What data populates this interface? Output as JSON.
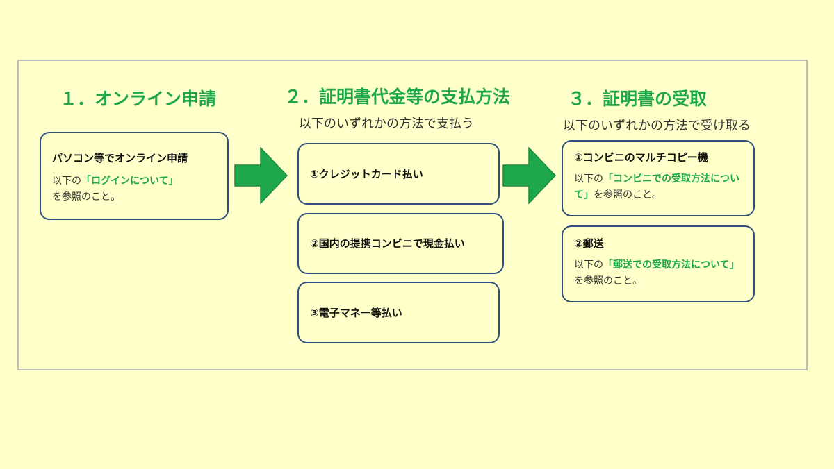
{
  "steps": {
    "step1": {
      "title": "１．オンライン申請",
      "box": {
        "title": "パソコン等でオンライン申請",
        "pre": "以下の",
        "link": "「ログインについて」",
        "post": "を参照のこと。"
      }
    },
    "step2": {
      "title": "２．証明書代金等の支払方法",
      "subtitle": "以下のいずれかの方法で支払う",
      "options": [
        {
          "label": "①クレジットカード払い"
        },
        {
          "label": "②国内の提携コンビニで現金払い"
        },
        {
          "label": "③電子マネー等払い"
        }
      ]
    },
    "step3": {
      "title": "３．証明書の受取",
      "subtitle": "以下のいずれかの方法で受け取る",
      "options": [
        {
          "label": "①コンビニのマルチコピー機",
          "pre": "以下の",
          "link": "「コンビニでの受取方法について」",
          "post": "を参照のこと。"
        },
        {
          "label": "②郵送",
          "pre": "以下の",
          "link": "「郵送での受取方法について」",
          "post": "を参照のこと。"
        }
      ]
    }
  },
  "colors": {
    "background": "#ffffc9",
    "accent_green": "#1ea84b",
    "box_border": "#2f4f7f",
    "frame_border": "#bdbdbd"
  },
  "icons": [
    "arrow-right-icon",
    "arrow-right-icon"
  ]
}
